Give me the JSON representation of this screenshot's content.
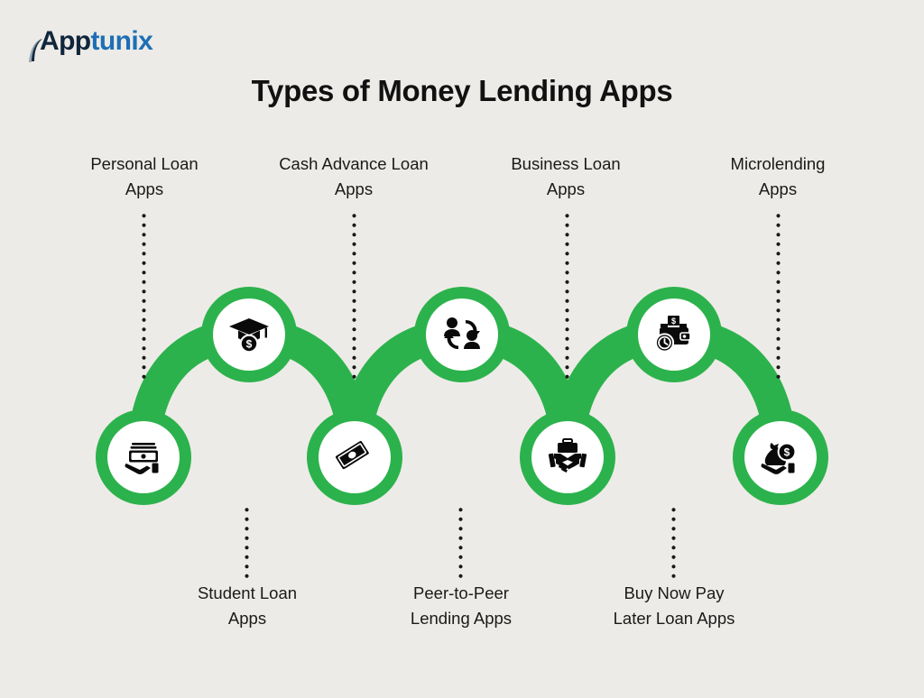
{
  "page": {
    "background_color": "#edebe7",
    "accent_green": "#2cb24c",
    "text_color": "#1a1a1a"
  },
  "logo": {
    "part1": "App",
    "part2": "tunix",
    "part1_color": "#10263c",
    "part2_color": "#1d6fb5",
    "icon": "apptunix-logo-mark"
  },
  "header": {
    "title": "Types of Money Lending Apps"
  },
  "nodes": [
    {
      "id": "personal-loan-apps",
      "label_line1": "Personal Loan",
      "label_line2": "Apps",
      "position": "bottom",
      "label_position": "top",
      "icon": "hand-holding-cash-icon"
    },
    {
      "id": "student-loan-apps",
      "label_line1": "Student Loan",
      "label_line2": "Apps",
      "position": "top",
      "label_position": "bottom",
      "icon": "graduation-cap-dollar-icon"
    },
    {
      "id": "cash-advance-loan-apps",
      "label_line1": "Cash Advance Loan",
      "label_line2": "Apps",
      "position": "bottom",
      "label_position": "top",
      "icon": "banknotes-icon"
    },
    {
      "id": "peer-to-peer-lending-apps",
      "label_line1": "Peer-to-Peer",
      "label_line2": "Lending Apps",
      "position": "top",
      "label_position": "bottom",
      "icon": "people-exchange-icon"
    },
    {
      "id": "business-loan-apps",
      "label_line1": "Business Loan",
      "label_line2": "Apps",
      "position": "bottom",
      "label_position": "top",
      "icon": "handshake-briefcase-icon"
    },
    {
      "id": "buy-now-pay-later-loan-apps",
      "label_line1": "Buy Now Pay",
      "label_line2": "Later Loan Apps",
      "position": "top",
      "label_position": "bottom",
      "icon": "wallet-clock-icon"
    },
    {
      "id": "microlending-apps",
      "label_line1": "Microlending",
      "label_line2": "Apps",
      "position": "bottom",
      "label_position": "top",
      "icon": "hand-money-bag-icon"
    }
  ]
}
